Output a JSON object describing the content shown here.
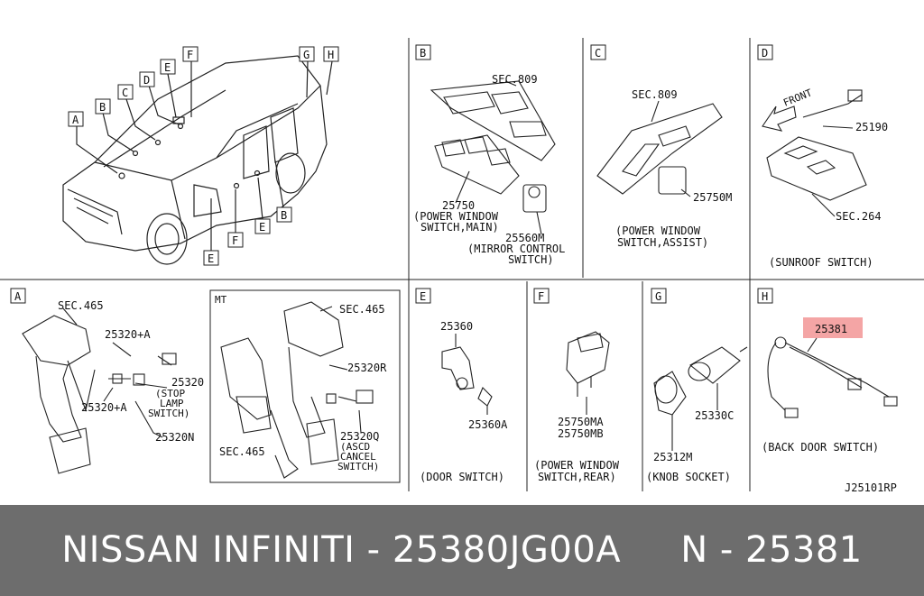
{
  "sections": {
    "top_left": {
      "labels": [
        "A",
        "B",
        "C",
        "D",
        "E",
        "F",
        "G",
        "H",
        "E",
        "F",
        "E",
        "B"
      ]
    },
    "B": {
      "letter": "B",
      "sec": "SEC.809",
      "part_main": "25750",
      "caption_main": "(POWER WINDOW",
      "caption_main2": "SWITCH,MAIN)",
      "part_mirror": "25560M",
      "caption_mirror": "(MIRROR CONTROL",
      "caption_mirror2": "SWITCH)"
    },
    "C": {
      "letter": "C",
      "sec": "SEC.809",
      "part": "25750M",
      "caption1": "(POWER WINDOW",
      "caption2": "SWITCH,ASSIST)"
    },
    "D": {
      "letter": "D",
      "front": "FRONT",
      "part": "25190",
      "sec": "SEC.264",
      "caption": "(SUNROOF SWITCH)"
    },
    "A": {
      "letter": "A",
      "sec_top": "SEC.465",
      "p1": "25320+A",
      "p2": "25320",
      "p2_cap1": "(STOP",
      "p2_cap2": "LAMP",
      "p2_cap3": "SWITCH)",
      "p3": "25320+A",
      "p4": "25320N"
    },
    "MT": {
      "label": "MT",
      "sec_top": "SEC.465",
      "p1": "25320R",
      "p2": "25320Q",
      "p2_cap1": "(ASCD",
      "p2_cap2": "CANCEL",
      "p2_cap3": "SWITCH)",
      "sec_bottom": "SEC.465"
    },
    "E": {
      "letter": "E",
      "p1": "25360",
      "p2": "25360A",
      "caption": "(DOOR SWITCH)"
    },
    "F": {
      "letter": "F",
      "p1": "25750MA",
      "p2": "25750MB",
      "caption1": "(POWER WINDOW",
      "caption2": "SWITCH,REAR)"
    },
    "G": {
      "letter": "G",
      "p1": "25330C",
      "p2": "25312M",
      "caption": "(KNOB SOCKET)"
    },
    "H": {
      "letter": "H",
      "part": "25381",
      "caption": "(BACK DOOR SWITCH)",
      "highlight": "#f4a5a5"
    }
  },
  "drawing_code": "J25101RP",
  "caption": "NISSAN INFINITI - 25380JG00A     N - 25381",
  "colors": {
    "bar": "#6d6d6d",
    "caption_text": "#ffffff",
    "highlight": "#f4a5a5"
  }
}
